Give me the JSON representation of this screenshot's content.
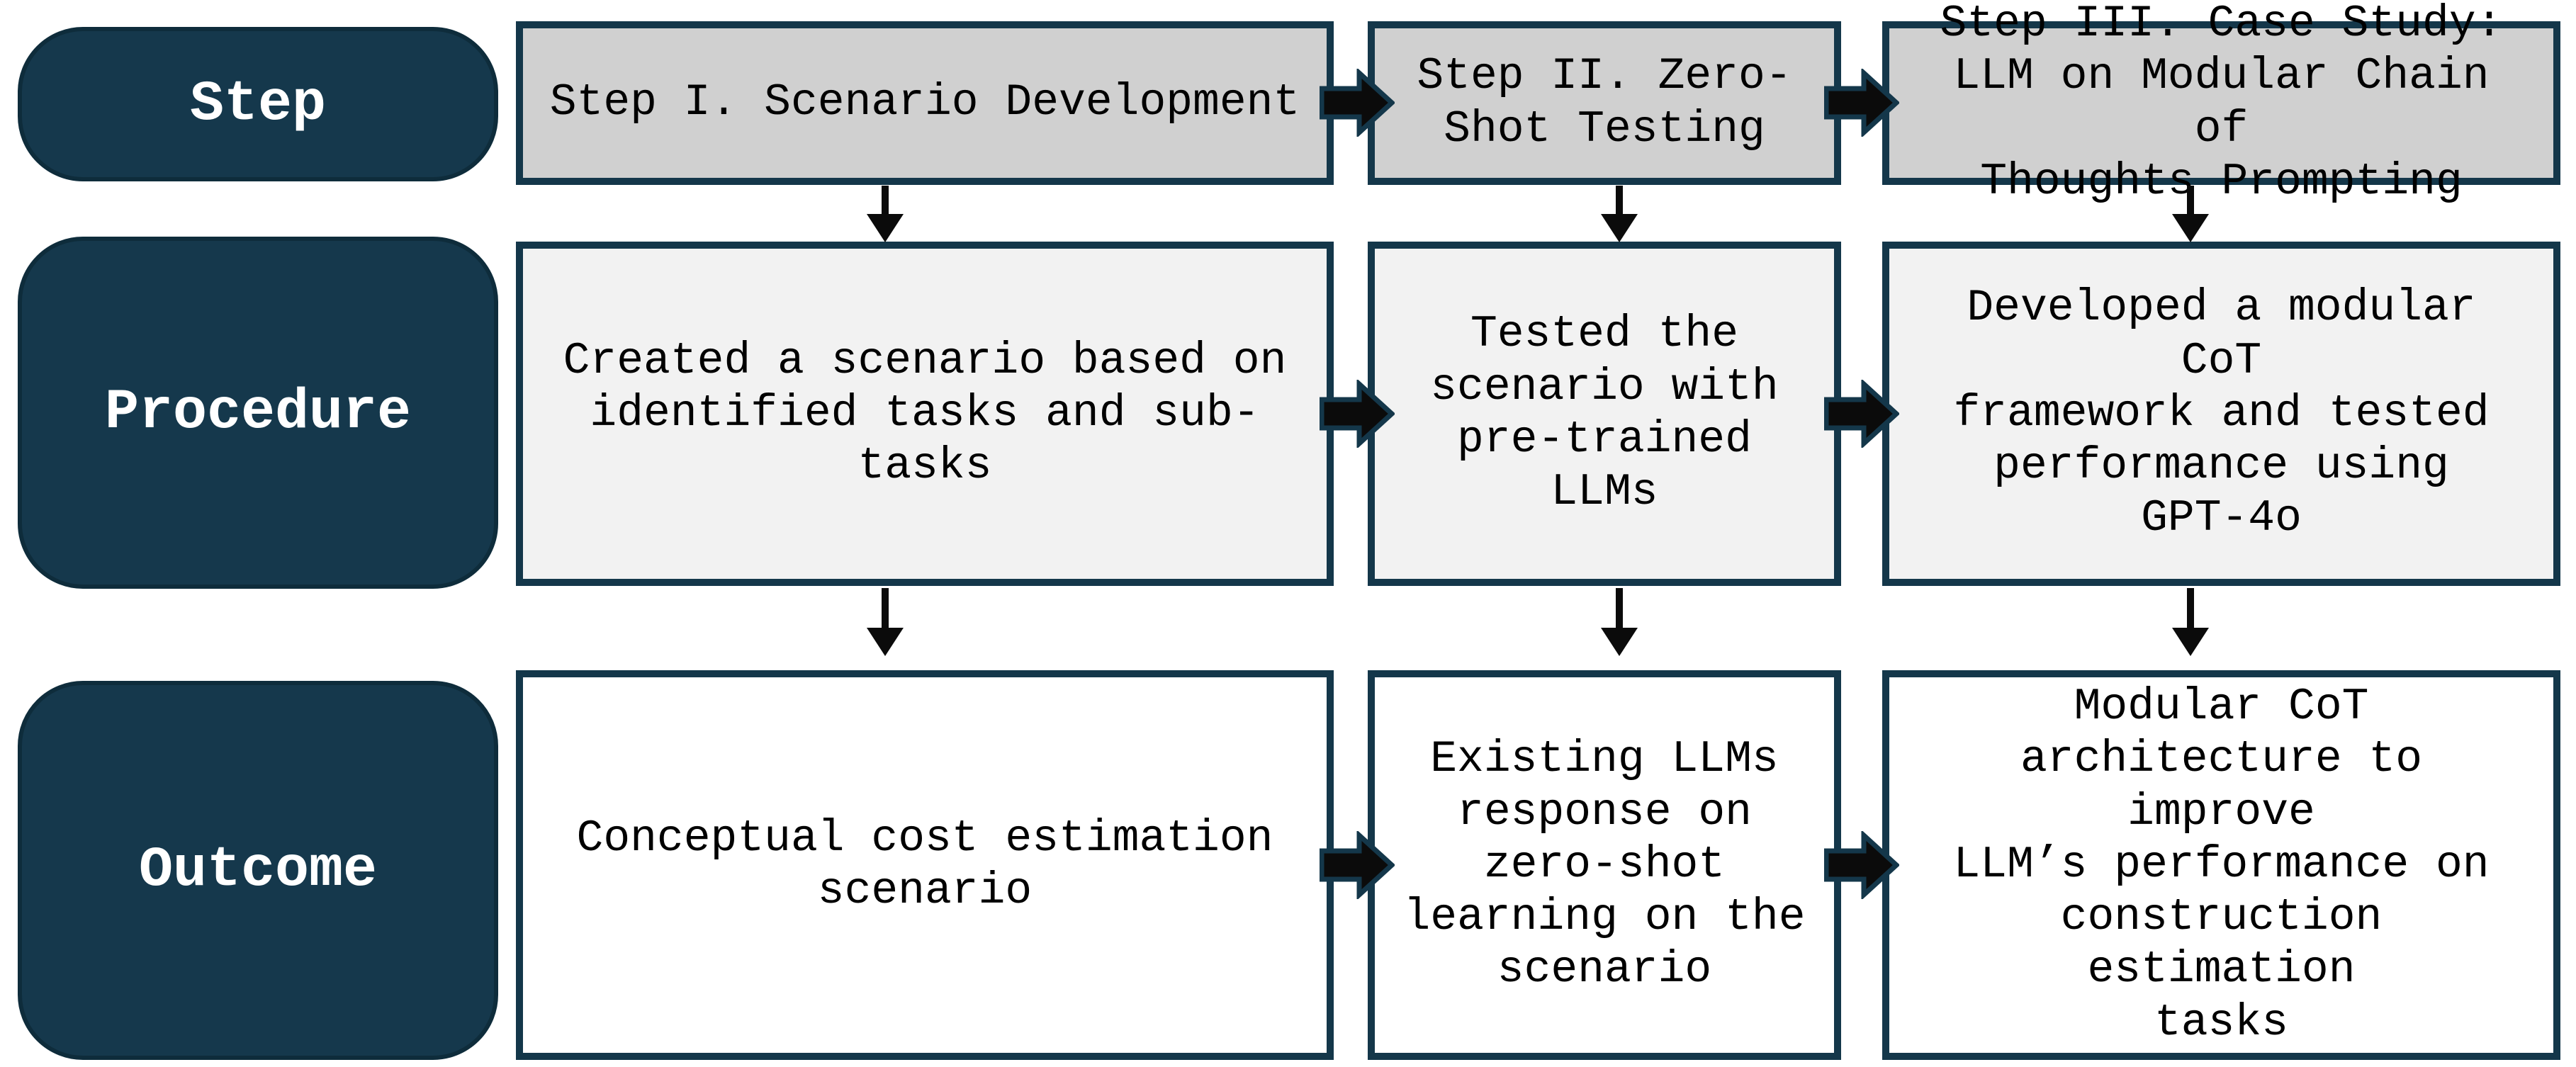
{
  "figure": {
    "description_labels": {
      "step": "Step",
      "procedure": "Procedure",
      "outcome": "Outcome"
    }
  },
  "colors": {
    "label_bg": "#15384c",
    "label_border": "#0e2c3b",
    "label_text": "#ffffff",
    "box_border": "#14374a",
    "row1_bg": "#d0d0d0",
    "row2_bg": "#f2f2f2",
    "row3_bg": "#ffffff",
    "arrow_fill": "#0b0b0b",
    "text": "#000000"
  },
  "rows": [
    {
      "label": "Step",
      "cells": [
        "Step I. Scenario Development",
        "Step II. Zero-\nShot Testing",
        "Step III. Case Study:\nLLM on Modular Chain of\nThoughts Prompting"
      ]
    },
    {
      "label": "Procedure",
      "cells": [
        "Created a scenario based on\nidentified tasks and sub-\ntasks",
        "Tested the\nscenario with\npre-trained\nLLMs",
        "Developed a modular CoT\nframework and tested\nperformance using\nGPT-4o"
      ]
    },
    {
      "label": "Outcome",
      "cells": [
        "Conceptual cost estimation\nscenario",
        "Existing LLMs\nresponse on\nzero-shot\nlearning on the\nscenario",
        "Modular CoT\narchitecture to improve\nLLM’s performance on\nconstruction estimation\ntasks"
      ]
    }
  ]
}
